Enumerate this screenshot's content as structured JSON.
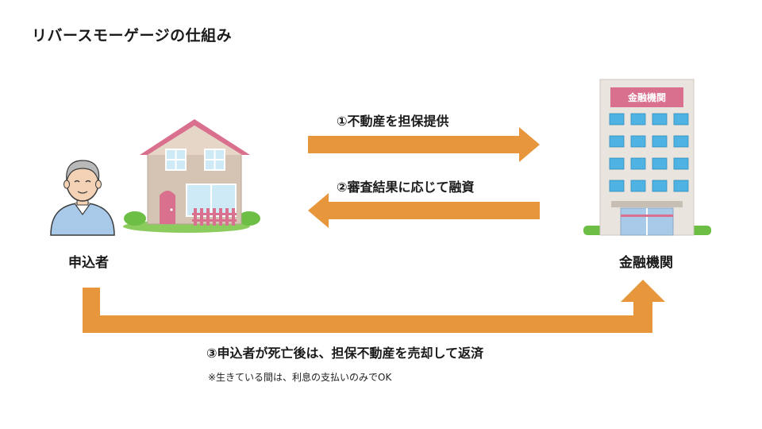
{
  "title": "リバースモーゲージの仕組み",
  "applicant_label": "申込者",
  "bank_label": "金融機関",
  "bank_sign": "金融機関",
  "step1": "①不動産を担保提供",
  "step2": "②審査結果に応じて融資",
  "step3": "③申込者が死亡後は、担保不動産を売却して返済",
  "note": "※生きている間は、利息の支払いのみでOK",
  "colors": {
    "arrow": "#E8963C",
    "house_roof": "#D9708E",
    "bank_body": "#E9E4DE",
    "bank_sign": "#D9708E",
    "window": "#4EB3E3"
  },
  "icons": [
    "elderly-man-icon",
    "house-icon",
    "bank-building-icon"
  ]
}
